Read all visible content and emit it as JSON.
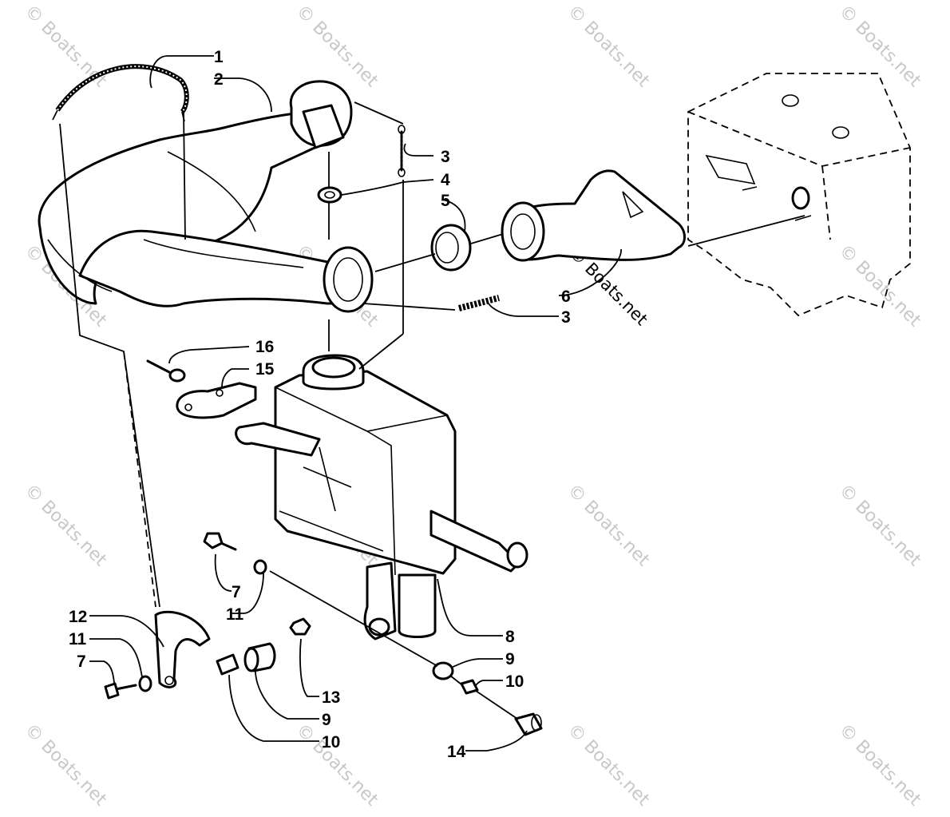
{
  "callouts": [
    {
      "id": "c1",
      "text": "1"
    },
    {
      "id": "c2",
      "text": "2"
    },
    {
      "id": "c3a",
      "text": "3"
    },
    {
      "id": "c4",
      "text": "4"
    },
    {
      "id": "c5",
      "text": "5"
    },
    {
      "id": "c6",
      "text": "6"
    },
    {
      "id": "c3b",
      "text": "3"
    },
    {
      "id": "c16",
      "text": "16"
    },
    {
      "id": "c15",
      "text": "15"
    },
    {
      "id": "c7a",
      "text": "7"
    },
    {
      "id": "c11a",
      "text": "11"
    },
    {
      "id": "c8",
      "text": "8"
    },
    {
      "id": "c9a",
      "text": "9"
    },
    {
      "id": "c10a",
      "text": "10"
    },
    {
      "id": "c12",
      "text": "12"
    },
    {
      "id": "c11b",
      "text": "11"
    },
    {
      "id": "c7b",
      "text": "7"
    },
    {
      "id": "c13",
      "text": "13"
    },
    {
      "id": "c9b",
      "text": "9"
    },
    {
      "id": "c10b",
      "text": "10"
    },
    {
      "id": "c14",
      "text": "14"
    }
  ],
  "watermark": {
    "text": "© Boats.net"
  },
  "colors": {
    "line": "#000000",
    "watermark": "#c8c8c8",
    "background": "#ffffff"
  }
}
